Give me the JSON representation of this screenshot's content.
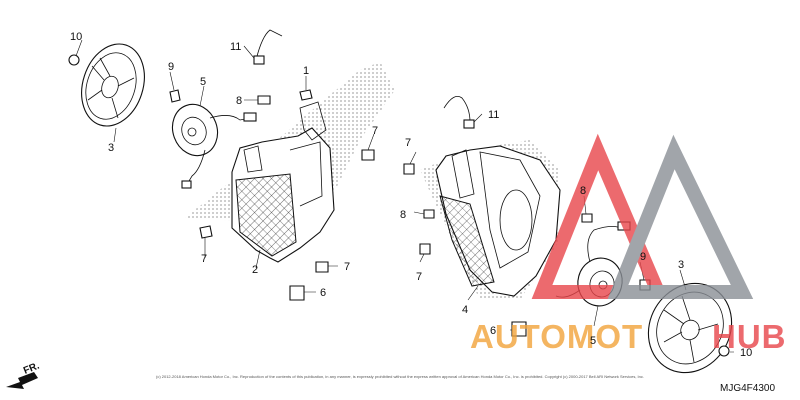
{
  "diagram": {
    "drawing_code": "MJG4F4300",
    "copyright": "(c) 2012-2018 American Honda Motor Co., Inc. Reproduction of the contents of this publication, in any manner, is expressly prohibited without the express written approval of American Honda Motor Co., Inc. is prohibited. Copyright (c) 2000-2017 Bell ARI Network Services, Inc.",
    "front_label": "FR.",
    "callouts": {
      "l1": "1",
      "l2": "2",
      "l3": "3",
      "l5": "5",
      "l6": "6",
      "l7a": "7",
      "l7b": "7",
      "l7c": "7",
      "l8": "8",
      "l9": "9",
      "l10": "10",
      "l11": "11",
      "r3": "3",
      "r4": "4",
      "r5": "5",
      "r6": "6",
      "r7a": "7",
      "r7b": "7",
      "r8a": "8",
      "r8b": "8",
      "r9": "9",
      "r10": "10",
      "r11": "11"
    }
  },
  "watermark": {
    "text_orange": "AUTOMOT",
    "text_red": "HUB",
    "color_orange": "#f2a33a",
    "color_red": "#e8454a",
    "color_gray": "#8a8f96"
  }
}
